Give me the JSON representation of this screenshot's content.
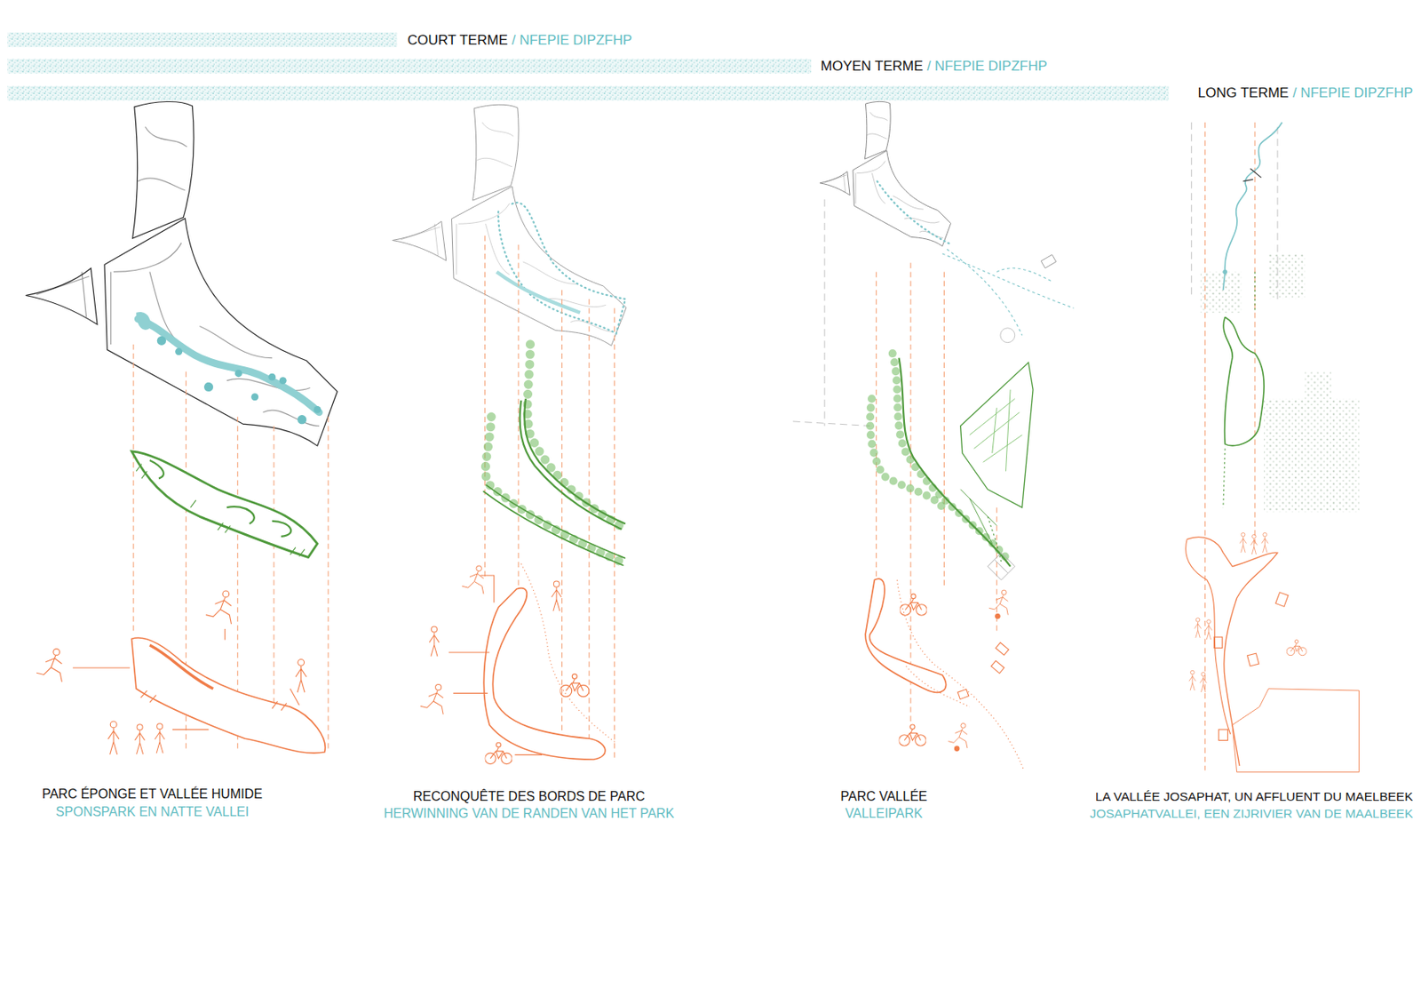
{
  "diagram": {
    "labels": [
      "COURT TERME",
      "/ NFEPIE DIPZFHP",
      "MOYEN TERME",
      "/ NFEPIE DIPZFHP",
      "LONG TERME",
      "/ NFEPIE DIPZFHP",
      "PARC ÉPONGE ET VALLÉE HUMIDE",
      "SPONSPARK EN NATTE VALLEI",
      "RECONQUÊTE DES BORDS DE PARC",
      "HERWINNING VAN DE RANDEN VAN HET PARK",
      "PARC VALLÉE",
      "VALLEIPARK",
      "LA VALLÉE JOSAPHAT, UN AFFLUENT DU MAELBEEK",
      "JOSAPHATVALLEI, EEN ZIJRIVIER VAN DE MAALBEEK"
    ]
  }
}
